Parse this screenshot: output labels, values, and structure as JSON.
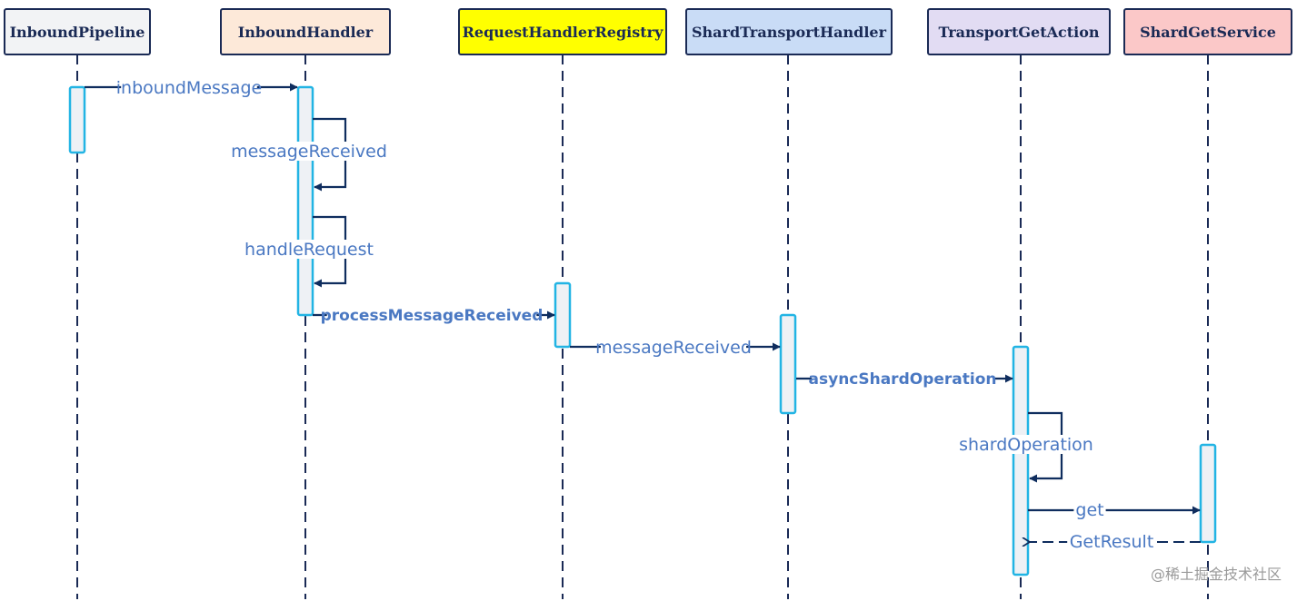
{
  "participants": [
    {
      "id": "p0",
      "name": "InboundPipeline",
      "fill": "#f2f3f5"
    },
    {
      "id": "p1",
      "name": "InboundHandler",
      "fill": "#fde9d9"
    },
    {
      "id": "p2",
      "name": "RequestHandlerRegistry",
      "fill": "#ffff00"
    },
    {
      "id": "p3",
      "name": "ShardTransportHandler",
      "fill": "#c9dcf6"
    },
    {
      "id": "p4",
      "name": "TransportGetAction",
      "fill": "#e2dcf3"
    },
    {
      "id": "p5",
      "name": "ShardGetService",
      "fill": "#fbc8c8"
    }
  ],
  "messages": [
    {
      "label": "inboundMessage",
      "from": 0,
      "to": 1,
      "kind": "sync",
      "bold": false
    },
    {
      "label": "messageReceived",
      "from": 1,
      "to": 1,
      "kind": "self",
      "bold": false
    },
    {
      "label": "handleRequest",
      "from": 1,
      "to": 1,
      "kind": "self",
      "bold": false
    },
    {
      "label": "processMessageReceived",
      "from": 1,
      "to": 2,
      "kind": "sync",
      "bold": true
    },
    {
      "label": "messageReceived",
      "from": 2,
      "to": 3,
      "kind": "sync",
      "bold": false
    },
    {
      "label": "asyncShardOperation",
      "from": 3,
      "to": 4,
      "kind": "sync",
      "bold": true
    },
    {
      "label": "shardOperation",
      "from": 4,
      "to": 4,
      "kind": "self",
      "bold": false
    },
    {
      "label": "get",
      "from": 4,
      "to": 5,
      "kind": "sync",
      "bold": false
    },
    {
      "label": "GetResult",
      "from": 5,
      "to": 4,
      "kind": "return",
      "bold": false
    }
  ],
  "watermark": "@稀土掘金技术社区",
  "colors": {
    "line": "#1a2a55",
    "activation_stroke": "#22b4e4",
    "activation_fill": "#eef1f5",
    "arrow": "#0f2d5e",
    "label": "#4a78c2"
  }
}
